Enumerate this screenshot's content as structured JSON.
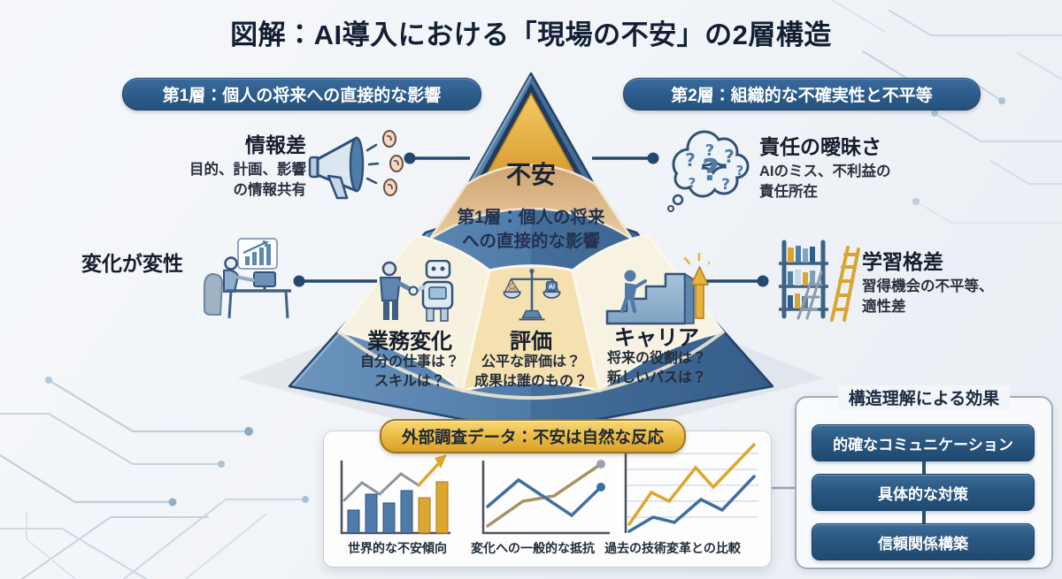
{
  "title": "図解：AI導入における「現場の不安」の2層構造",
  "badges": {
    "layer1": "第1層：個人の将来への直接的な影響",
    "layer2": "第2層：組織的な不確実性と不平等"
  },
  "pyramid": {
    "apex_label": "不安",
    "band_line1": "第1層：個人の将来",
    "band_line2": "への直接的な影響",
    "cells": [
      {
        "title": "業務変化",
        "line1": "自分の仕事は？",
        "line2": "スキルは？",
        "icon": "human-robot-handshake-icon"
      },
      {
        "title": "評価",
        "line1": "公平な評価は？",
        "line2": "成果は誰のもの？",
        "icon": "balance-scale-icon",
        "pan_tag": "AI"
      },
      {
        "title": "キャリア",
        "line1": "将来の役割は？",
        "line2": "新しいパスは？",
        "icon": "career-stairs-icon"
      }
    ]
  },
  "side_items": {
    "info_gap": {
      "title": "情報差",
      "line1": "目的、計画、影響",
      "line2": "の情報共有",
      "icon": "megaphone-ears-icon"
    },
    "change": {
      "title": "変化が変性",
      "icon": "person-computer-icon"
    },
    "responsibility": {
      "title": "責任の曖昧さ",
      "line1": "AIのミス、不利益の",
      "line2": "責任所在",
      "icon": "thought-cloud-icon"
    },
    "learning_gap": {
      "title": "学習格差",
      "line1": "習得機会の不平等、",
      "line2": "適性差",
      "icon": "bookshelf-ladder-icon"
    }
  },
  "evidence": {
    "badge": "外部調査データ：不安は自然な反応",
    "charts": [
      {
        "type": "bar",
        "label": "世界的な不安傾向"
      },
      {
        "type": "line",
        "label": "変化への一般的な抵抗"
      },
      {
        "type": "line",
        "label": "過去の技術変革との比較"
      }
    ]
  },
  "effects": {
    "title": "構造理解による効果",
    "items": [
      {
        "label": "的確なコミュニケーション"
      },
      {
        "label": "具体的な対策"
      },
      {
        "label": "信頼関係構築"
      }
    ]
  },
  "colors": {
    "badge_blue": "#2d5c8b",
    "pyramid_blue": "#4f7ba9",
    "gold": "#e0a63b",
    "band_tan": "#d9ae7d",
    "cell_cream": "#f7f1e0",
    "cell_gold": "#f5e0b0",
    "button_blue": "#2a5780",
    "text_dark": "#16243c"
  }
}
